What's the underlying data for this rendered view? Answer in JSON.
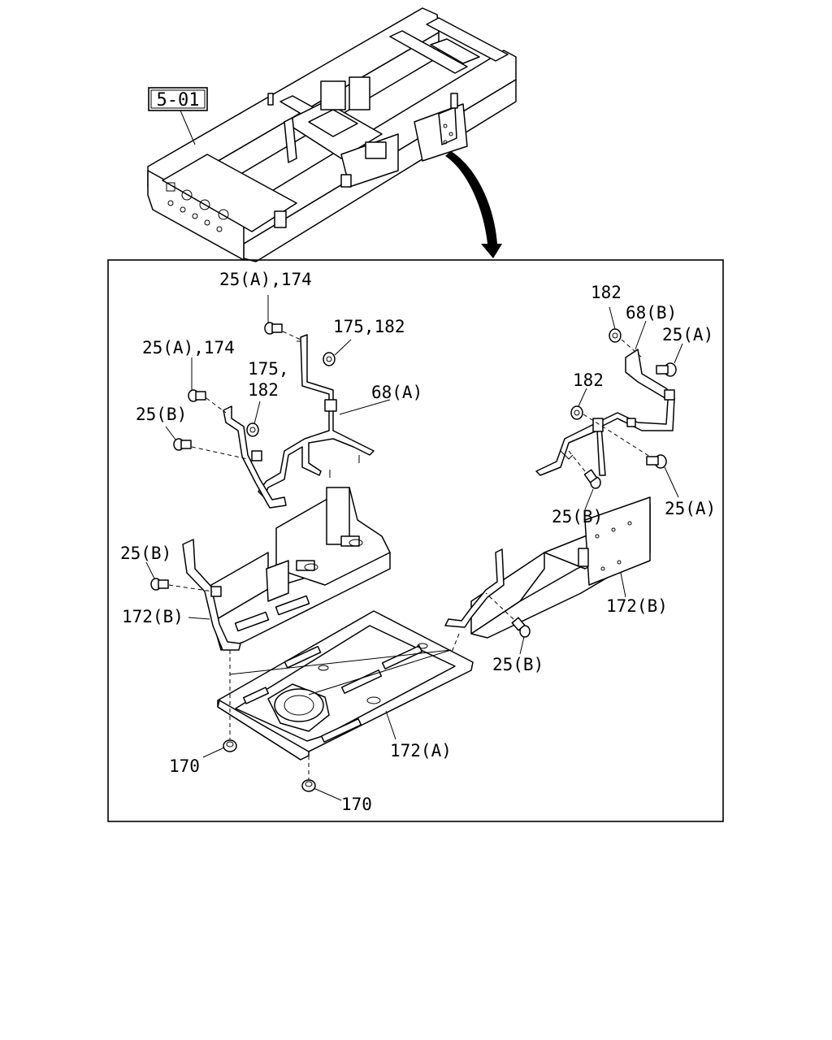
{
  "reference_box": "5-01",
  "labels": {
    "l_25a_174_top": "25(A),174",
    "l_175_182_top": "175,182",
    "l_25a_174_left": "25(A),174",
    "l_175_mid": "175,",
    "l_182_mid": "182",
    "l_68a": "68(A)",
    "l_25b_upper": "25(B)",
    "l_182_right_top": "182",
    "l_68b": "68(B)",
    "l_25a_right_top": "25(A)",
    "l_182_right_mid": "182",
    "l_25a_right_low": "25(A)",
    "l_25b_right": "25(B)",
    "l_25b_left_mid": "25(B)",
    "l_172b_left": "172(B)",
    "l_172b_right": "172(B)",
    "l_25b_center": "25(B)",
    "l_172a": "172(A)",
    "l_170_left": "170",
    "l_170_bottom": "170"
  }
}
